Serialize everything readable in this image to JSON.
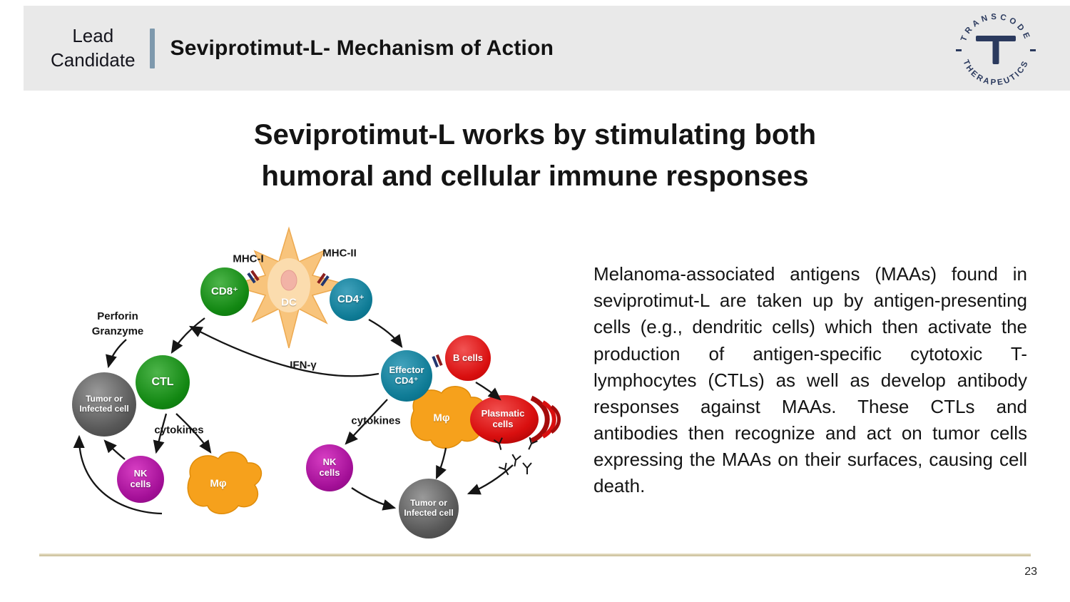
{
  "colors": {
    "header_bg": "#e9e9e9",
    "accent_bar": "#7e99ad",
    "logo_navy": "#2b3a5e",
    "green_cell": "#128712",
    "teal_cell": "#0e7b95",
    "red_cell": "#d90f0f",
    "magenta_cell": "#a30f97",
    "gray_cell": "#595959",
    "orange_macrophage": "#f6a11c",
    "dendritic_orange": "#f8c47c",
    "bottom_rule_tan": "#c8bc96"
  },
  "header": {
    "kicker_line1": "Lead",
    "kicker_line2": "Candidate",
    "title": "Seviprotimut-L- Mechanism of Action",
    "logo_arc_top": "TRANSCODE",
    "logo_arc_bottom": "THERAPEUTICS"
  },
  "heading": {
    "line1": "Seviprotimut-L works by stimulating both",
    "line2": "humoral and cellular immune responses"
  },
  "body_paragraph": "Melanoma-associated antigens (MAAs) found in seviprotimut-L are taken up by antigen-presenting cells (e.g., dendritic cells) which then activate the production of antigen-specific cytotoxic T-lymphocytes (CTLs) as well as develop antibody responses against MAAs. These CTLs and antibodies then recognize and act on tumor cells expressing the MAAs on their surfaces, causing cell death.",
  "diagram": {
    "mhc1": "MHC-I",
    "mhc2": "MHC-II",
    "dc": "DC",
    "cd8": "CD8⁺",
    "cd4": "CD4⁺",
    "perforin": "Perforin",
    "granzyme": "Granzyme",
    "ctl": "CTL",
    "tumor_line1": "Tumor or",
    "tumor_line2": "Infected cell",
    "cytokines": "cytokines",
    "nk_line1": "NK",
    "nk_line2": "cells",
    "macrophage": "Mφ",
    "ifn_gamma": "IFN-γ",
    "effector_line1": "Effector",
    "effector_line2": "CD4⁺",
    "b_cells": "B cells",
    "plasmatic_line1": "Plasmatic",
    "plasmatic_line2": "cells"
  },
  "footer": {
    "page_number": "23"
  }
}
